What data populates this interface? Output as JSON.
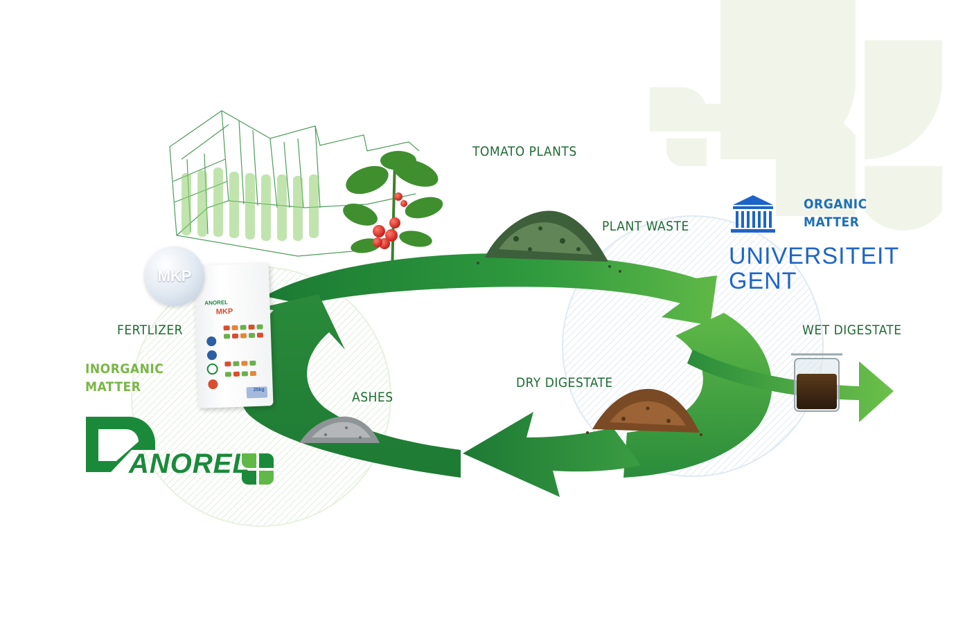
{
  "labels": {
    "tomato_plants": "TOMATO PLANTS",
    "plant_waste": "PLANT WASTE",
    "fertilizer": "FERTLIZER",
    "wet_digestate": "WET DIGESTATE",
    "dry_digestate": "DRY DIGESTATE",
    "ashes": "ASHES"
  },
  "categories": {
    "inorganic": [
      "INORGANIC",
      "MATTER"
    ],
    "organic": [
      "ORGANIC",
      "MATTER"
    ]
  },
  "logos": {
    "university": [
      "UNIVERSITEIT",
      "GENT"
    ],
    "company": "ANOREL"
  },
  "product": {
    "bubble": "MKP",
    "bag_title": "MKP",
    "bag_brand": "ANOREL",
    "bag_weight": "25kg"
  },
  "colors": {
    "arrow_dark": "#1d7a34",
    "arrow_light": "#5fb847",
    "label_green": "#1f6b33",
    "inorganic_green": "#7ab648",
    "organic_blue": "#1e6fb8",
    "ugent_blue": "#1e64c8",
    "anorel_green": "#1a8a3a"
  },
  "icons": [
    "greenhouse-icon",
    "tomato-plant-icon",
    "plant-waste-pile-icon",
    "beaker-icon",
    "soil-pile-icon",
    "ash-pile-icon",
    "fertilizer-bag-icon",
    "university-building-icon",
    "leaf-clover-icon"
  ]
}
